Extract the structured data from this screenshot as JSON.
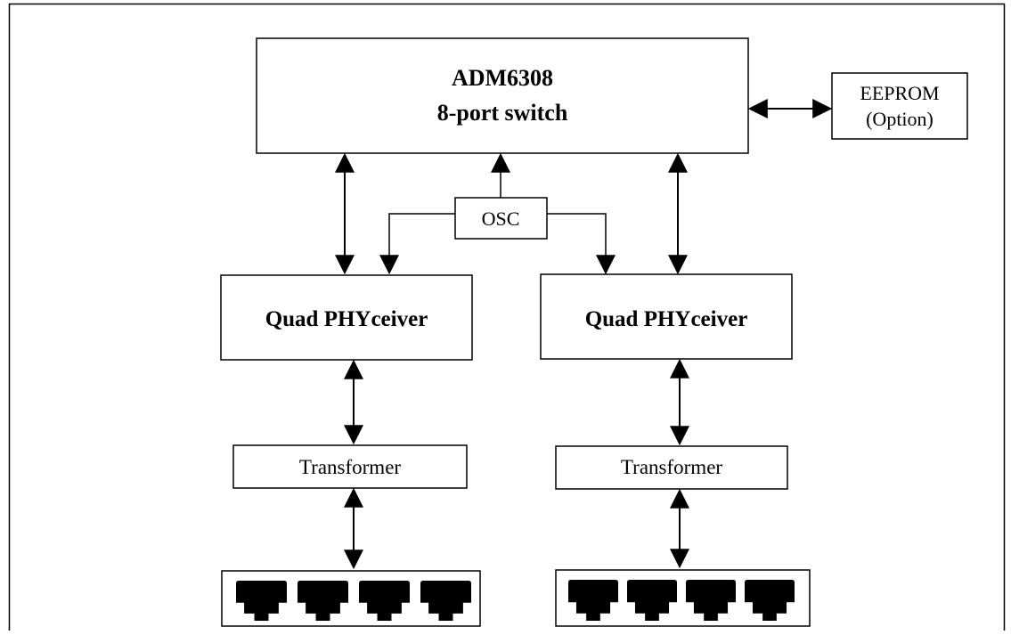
{
  "switch": {
    "line1": "ADM6308",
    "line2": "8-port switch"
  },
  "eeprom": {
    "line1": "EEPROM",
    "line2": "(Option)"
  },
  "osc": {
    "label": "OSC"
  },
  "phy_left": {
    "label": "Quad PHYceiver"
  },
  "phy_right": {
    "label": "Quad PHYceiver"
  },
  "transformer_left": {
    "label": "Transformer"
  },
  "transformer_right": {
    "label": "Transformer"
  },
  "rj45_left": {
    "port_count": 4
  },
  "rj45_right": {
    "port_count": 4
  }
}
